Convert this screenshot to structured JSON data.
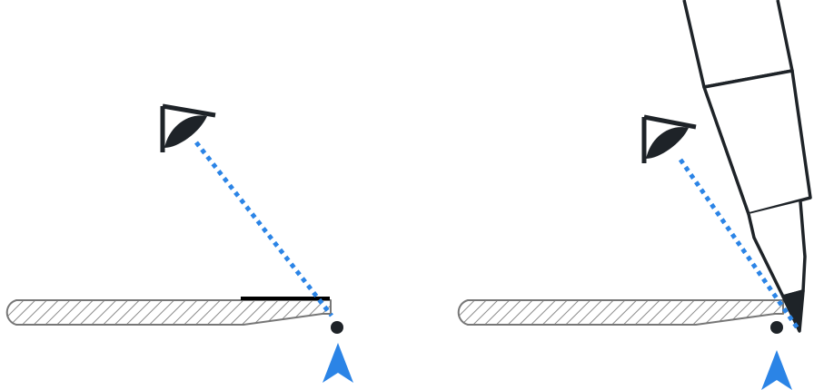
{
  "diagram": {
    "panels": [
      {
        "id": "left",
        "elements": [
          "eye-icon",
          "sight-line",
          "ruler-edge",
          "scale-marking",
          "point",
          "pointer-arrow-icon"
        ]
      },
      {
        "id": "right",
        "elements": [
          "eye-icon",
          "sight-line",
          "ruler-edge",
          "pen-icon",
          "point",
          "pointer-arrow-icon"
        ]
      }
    ],
    "colors": {
      "outline": "#1e2328",
      "sight_line": "#2b84e6",
      "arrow": "#2b84e6",
      "hatch": "#8a8a8a",
      "ruler_outline": "#777777",
      "marking": "#000000"
    }
  }
}
